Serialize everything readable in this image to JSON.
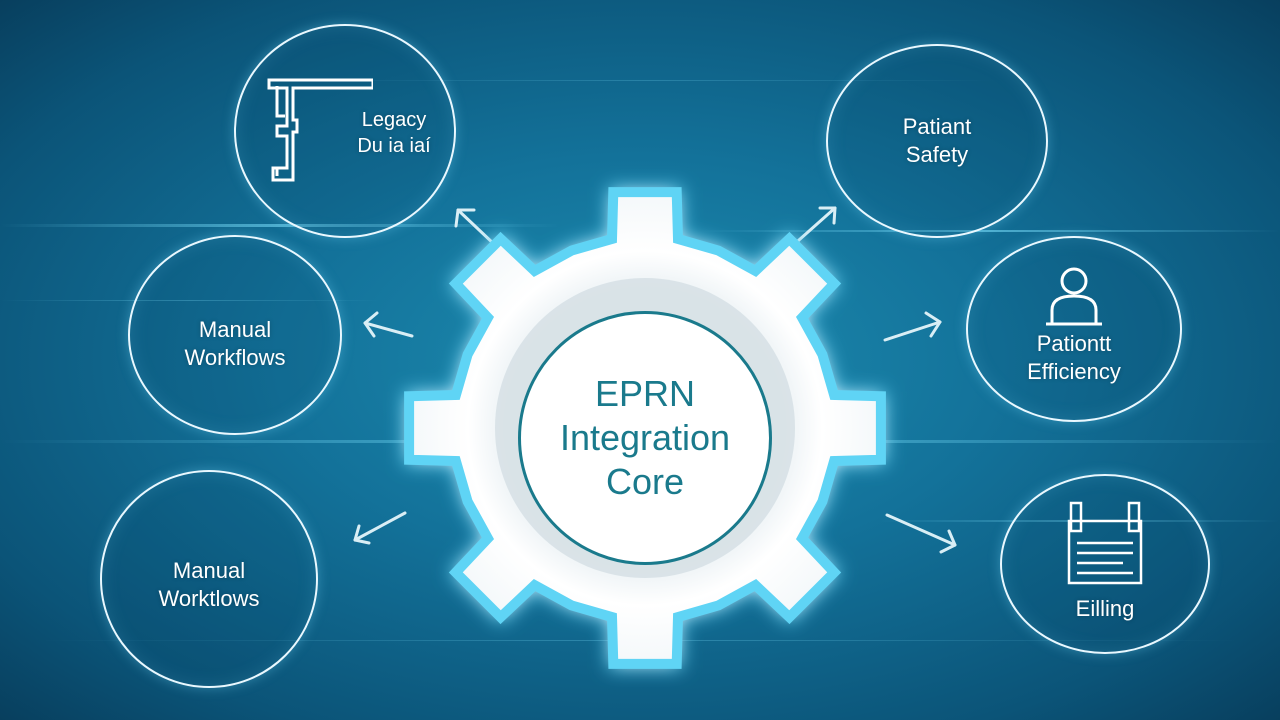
{
  "core": {
    "line1": "EPRN",
    "line2": "Integration",
    "line3": "Core"
  },
  "nodes": {
    "legacy": {
      "line1": "Legacy",
      "line2": "Du ia iaí",
      "icon": "legacy-system-icon"
    },
    "manual_top": {
      "line1": "Manual",
      "line2": "Workflows"
    },
    "manual_bottom": {
      "line1": "Manual",
      "line2": "Worktlows"
    },
    "patient_safety": {
      "line1": "Patiant",
      "line2": "Safety"
    },
    "patient_efficiency": {
      "line1": "Pationtt",
      "line2": "Efficiency",
      "icon": "person-icon"
    },
    "billing": {
      "line1": "Eilling",
      "icon": "billing-document-icon"
    }
  },
  "colors": {
    "background": "#13729a",
    "core_text": "#1a7a8c",
    "glow": "#5fd4f5",
    "node_border": "#e9f8ff"
  }
}
